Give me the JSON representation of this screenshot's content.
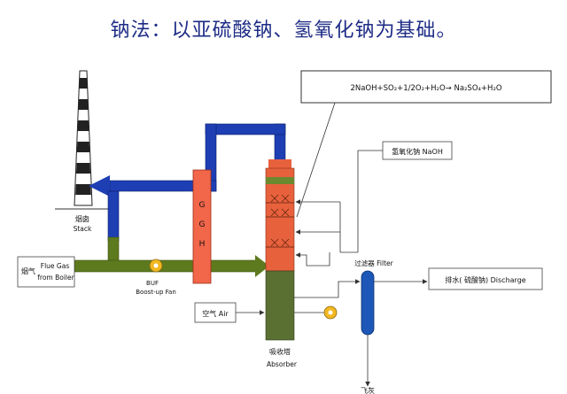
{
  "title": "钠法：以亚硫酸钠、氢氧化钠为基础。",
  "reaction": "2NaOH+SO₂+1/2O₂+H₂O→ Na₂SO₄+H₂O",
  "labels": {
    "stack_cn": "烟囱",
    "stack_en": "Stack",
    "flue_cn": "烟气",
    "flue_en1": "Flue Gas",
    "flue_en2": "from Boiler",
    "buf1": "BUF",
    "buf2": "Boost-up Fan",
    "ggh1": "G",
    "ggh2": "G",
    "ggh3": "H",
    "naoh": "氢氧化钠 NaOH",
    "filter": "过滤器  Filter",
    "discharge": "排水( 硫酸钠) Discharge",
    "air": "空气  Air",
    "absorber_cn": "吸收塔",
    "absorber_en": "Absorber",
    "ash": "飞灰"
  },
  "colors": {
    "title": "#1e2c86",
    "duct_clean": "#1e3fb3",
    "duct_flue": "#5e7a1e",
    "ggh": "#f2664a",
    "absorber_top": "#e8613d",
    "absorber_bottom": "#5a7032",
    "filter": "#1d58b8",
    "fan": "#f2b822"
  }
}
